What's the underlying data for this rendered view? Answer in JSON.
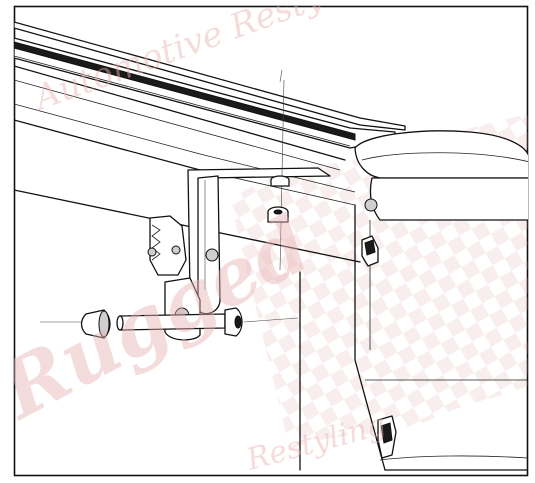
{
  "watermark": {
    "script_top": "Automotive Restyling",
    "script_bottom": "Restyling",
    "script_logo": "Rugged",
    "color": "#e9b3b3"
  },
  "diagram": {
    "border_color": "#111111",
    "background": "#ffffff",
    "parts": [
      "tonneau-rail",
      "mounting-bracket",
      "clamp-bolt",
      "bolt-knob",
      "washer-nut",
      "truck-bed-wall",
      "tailgate-latch"
    ]
  }
}
